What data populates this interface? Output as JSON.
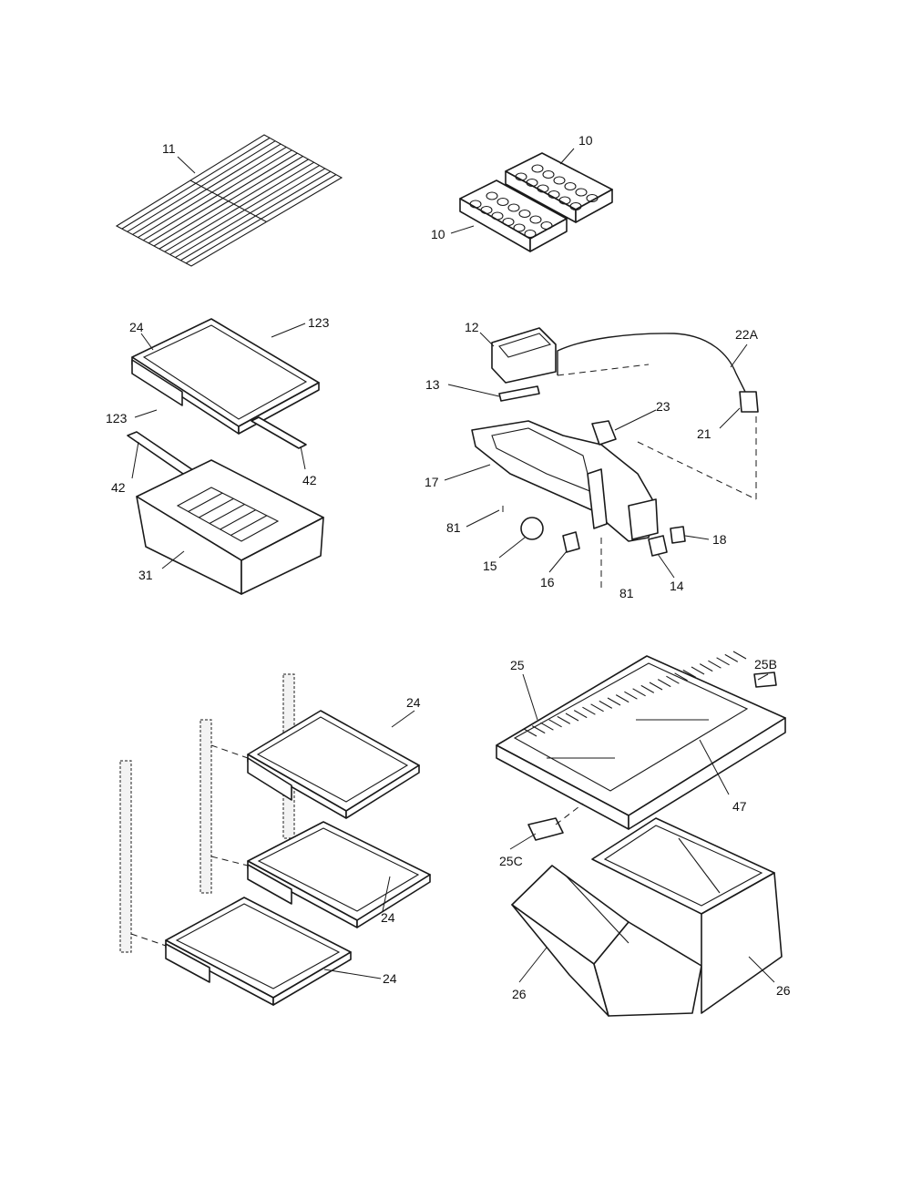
{
  "callouts": {
    "c11": "11",
    "c10a": "10",
    "c10b": "10",
    "c24a": "24",
    "c123a": "123",
    "c123b": "123",
    "c42a": "42",
    "c42b": "42",
    "c31": "31",
    "c12": "12",
    "c13": "13",
    "c17": "17",
    "c81a": "81",
    "c81b": "81",
    "c15": "15",
    "c16": "16",
    "c14": "14",
    "c18": "18",
    "c23": "23",
    "c21": "21",
    "c22A": "22A",
    "c24b": "24",
    "c24c": "24",
    "c25": "25",
    "c25B": "25B",
    "c25C": "25C",
    "c47": "47",
    "c26a": "26",
    "c26b": "26"
  },
  "colors": {
    "line": "#1a1a1a",
    "background": "#ffffff"
  }
}
